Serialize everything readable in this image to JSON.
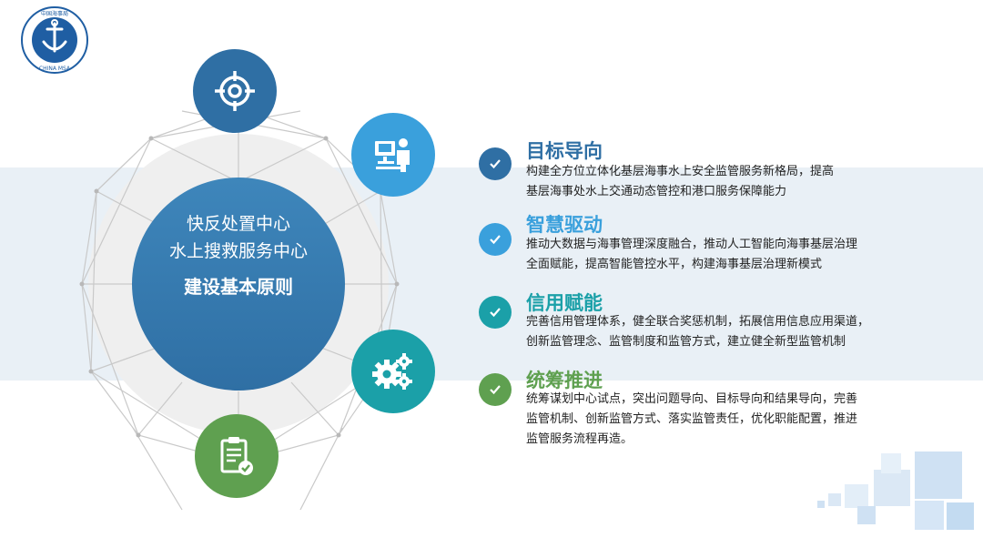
{
  "logo": {
    "text_top": "中国海事局",
    "text_bottom": "CHINA MSA",
    "icon": "anchor-emblem-icon"
  },
  "center": {
    "line1": "快反处置中心",
    "line2": "水上搜救服务中心",
    "line3": "建设基本原则"
  },
  "nodes": [
    {
      "icon": "target-icon",
      "color": "#2f6fa4"
    },
    {
      "icon": "operator-workstation-icon",
      "color": "#3aa0dc"
    },
    {
      "icon": "gears-icon",
      "color": "#1ba0a8"
    },
    {
      "icon": "clipboard-check-icon",
      "color": "#5fa050"
    }
  ],
  "principles": [
    {
      "title": "目标导向",
      "color": "#2f6fa4",
      "desc_lines": [
        "构建全方位立体化基层海事水上安全监管服务新格局，提高",
        "基层海事处水上交通动态管控和港口服务保障能力"
      ]
    },
    {
      "title": "智慧驱动",
      "color": "#3aa0dc",
      "desc_lines": [
        "推动大数据与海事管理深度融合，推动人工智能向海事基层治理",
        "全面赋能，提高智能管控水平，构建海事基层治理新模式"
      ]
    },
    {
      "title": "信用赋能",
      "color": "#1ba0a8",
      "desc_lines": [
        "完善信用管理体系，健全联合奖惩机制，拓展信用信息应用渠道，",
        "创新监管理念、监管制度和监管方式，建立健全新型监管机制"
      ]
    },
    {
      "title": "统筹推进",
      "color": "#5fa050",
      "desc_lines": [
        "统筹谋划中心试点，突出问题导向、目标导向和结果导向，完善",
        "监管机制、创新监管方式、落实监管责任，优化职能配置，推进",
        "监管服务流程再造。"
      ]
    }
  ]
}
